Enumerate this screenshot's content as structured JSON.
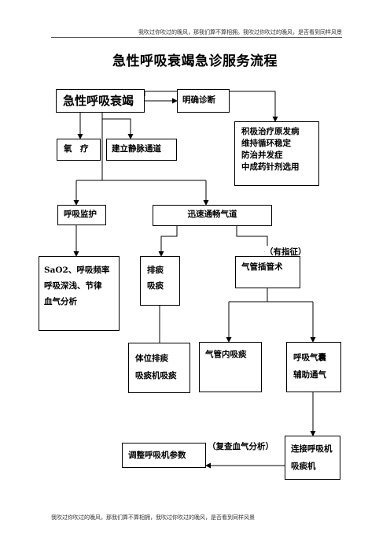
{
  "header_text": "我吹过你吹过的晚风，那我们算不算相拥。我吹过你吹过的晚风，是否看到同样风景",
  "footer_text": "我吹过你吹过的晚风，那我们算不算相拥，我吹过你吹过的晚风，是否看到同样风景",
  "title": "急性呼吸衰竭急诊服务流程",
  "nodes": {
    "respiratory_failure": "急性呼吸衰竭",
    "clear_diagnosis": "明确诊断",
    "oxygen": "氧　疗",
    "iv_access": "建立静脉通道",
    "treatment": [
      "积极治疗原发病",
      "维持循环稳定",
      "防治并发症",
      "中成药针剂选用"
    ],
    "monitoring": "呼吸监护",
    "airway": "迅速通畅气道",
    "monitor_items": [
      "SaO2、呼吸频率",
      "呼吸深浅、节律",
      "血气分析"
    ],
    "sputum": [
      "排痰",
      "吸痰"
    ],
    "intubation": "气管插管术",
    "posture": [
      "体位排痰",
      "吸痰机吸痰"
    ],
    "tracheal_suction": "气管内吸痰",
    "bag_ventilation": [
      "呼吸气囊",
      "辅助通气"
    ],
    "adjust_ventilator": "调整呼吸机参数",
    "connect_ventilator": [
      "连接呼吸机",
      "吸痰机"
    ]
  },
  "labels": {
    "indication": "（有指征）",
    "recheck": "（复查血气分析）"
  }
}
